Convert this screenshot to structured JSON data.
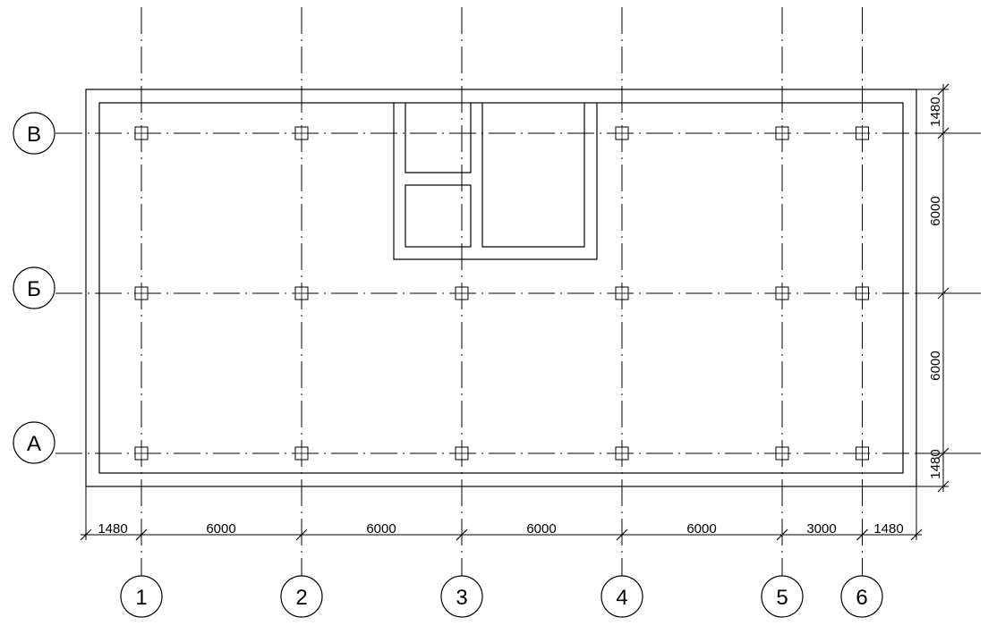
{
  "grid": {
    "columns": [
      {
        "label": "1"
      },
      {
        "label": "2"
      },
      {
        "label": "3"
      },
      {
        "label": "4"
      },
      {
        "label": "5"
      },
      {
        "label": "6"
      }
    ],
    "rows": [
      {
        "label": "В"
      },
      {
        "label": "Б"
      },
      {
        "label": "А"
      }
    ],
    "column_spacings_mm": [
      6000,
      6000,
      6000,
      6000,
      3000
    ],
    "row_spacings_mm": [
      6000,
      6000
    ],
    "overhang_mm": 1480
  },
  "dimensions": {
    "horizontal": [
      "1480",
      "6000",
      "6000",
      "6000",
      "6000",
      "3000",
      "1480"
    ],
    "vertical": [
      "1480",
      "6000",
      "6000",
      "1480"
    ]
  }
}
